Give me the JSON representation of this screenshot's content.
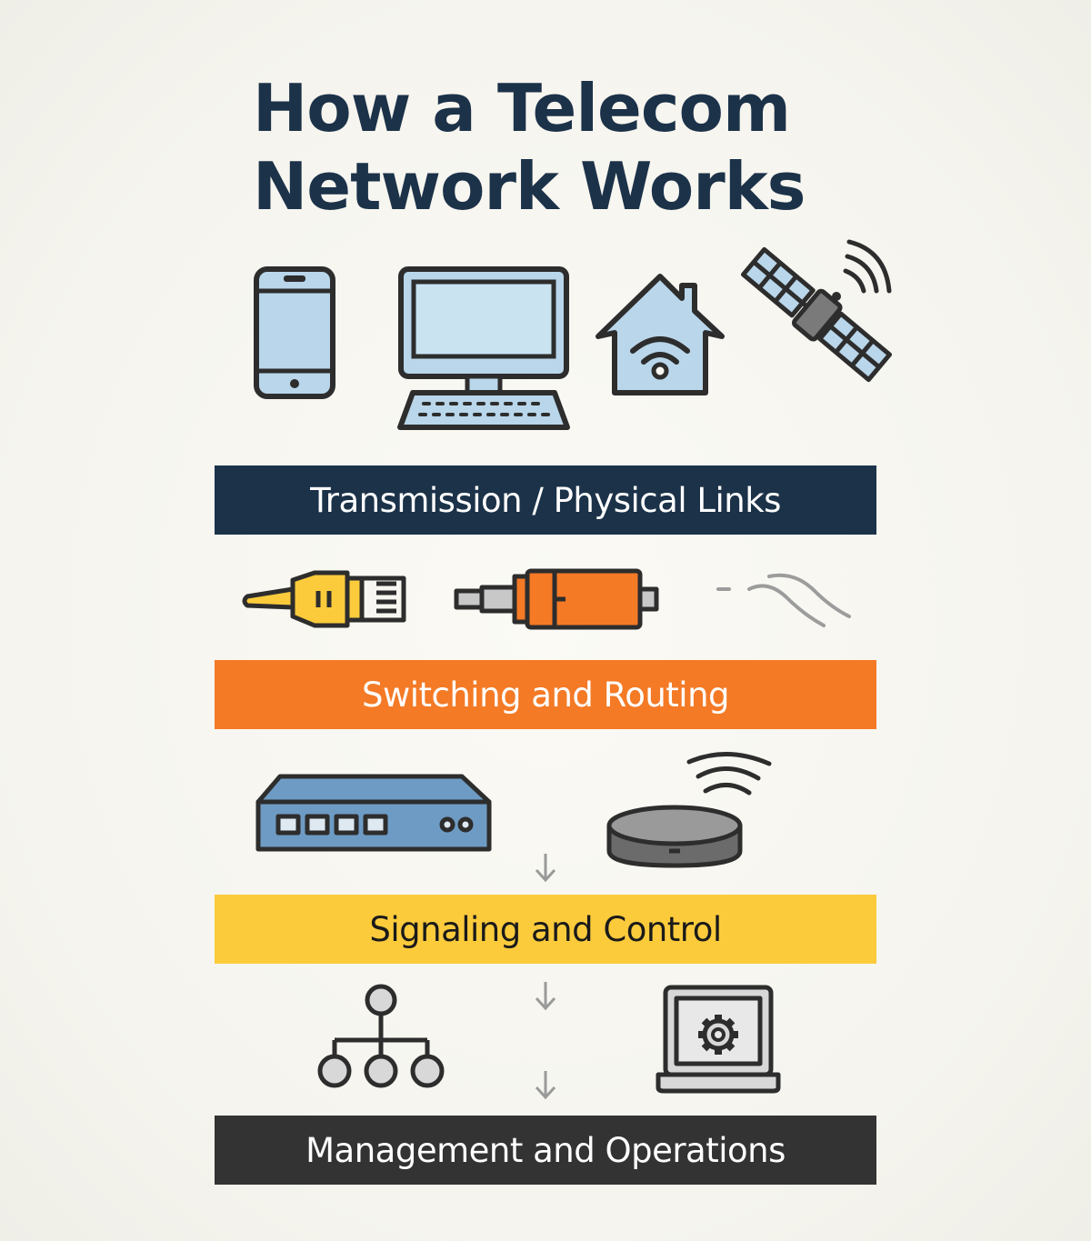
{
  "title": {
    "line1": "How a Telecom",
    "line2": "Network Works"
  },
  "layers": [
    {
      "label": "Transmission / Physical Links",
      "bg": "#1b3249",
      "fg": "#ffffff"
    },
    {
      "label": "Switching and Routing",
      "bg": "#f47a26",
      "fg": "#ffffff"
    },
    {
      "label": "Signaling and Control",
      "bg": "#fbcb3c",
      "fg": "#1a1a1a"
    },
    {
      "label": "Management and Operations",
      "bg": "#333333",
      "fg": "#ffffff"
    }
  ],
  "icons": {
    "devices": [
      "smartphone-icon",
      "desktop-computer-icon",
      "wifi-home-icon",
      "satellite-icon"
    ],
    "links": [
      "ethernet-cable-icon",
      "coaxial-cable-icon",
      "wireless-wave-icon"
    ],
    "switching": [
      "network-switch-icon",
      "wireless-router-icon"
    ],
    "management": [
      "hierarchy-tree-icon",
      "laptop-settings-icon"
    ]
  },
  "colors": {
    "outline": "#2d2d2d",
    "device_fill": "#b9d6ea",
    "switch_fill": "#6e9bc4",
    "router_fill": "#6b6b6b",
    "tree_fill": "#d8d8d8",
    "arrow": "#9a9a9a",
    "ethernet": "#fbcb3c",
    "coax": "#f47a26",
    "wave": "#9c9c9c",
    "title": "#1c3249"
  }
}
